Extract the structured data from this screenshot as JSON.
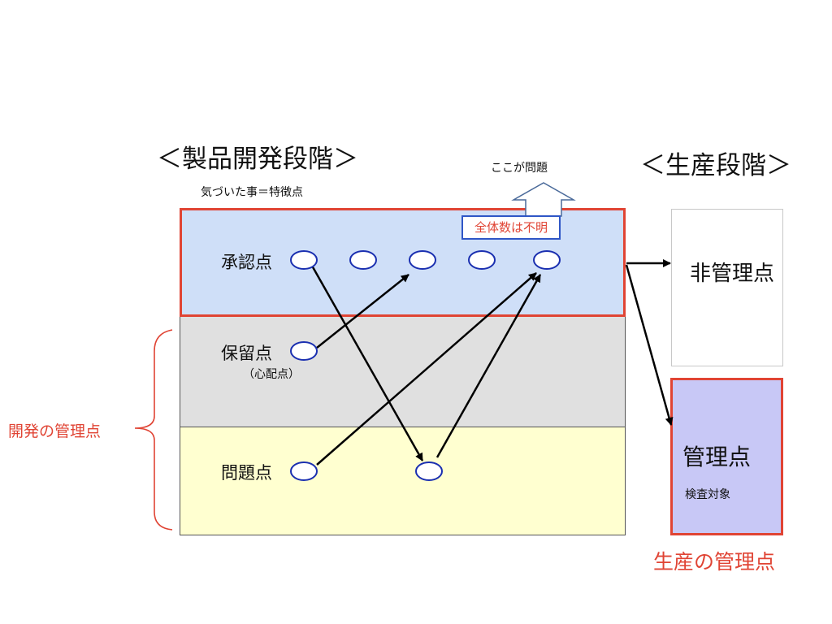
{
  "dev_stage": {
    "heading": "＜製品開発段階＞",
    "note": "気づいた事＝特徴点",
    "problem_callout": "ここが問題",
    "unknown_total": "全体数は不明",
    "rows": {
      "approval": "承認点",
      "hold": "保留点",
      "hold_sub": "（心配点）",
      "problem": "問題点"
    },
    "bracket_label": "開発の管理点"
  },
  "production_stage": {
    "heading": "＜生産段階＞",
    "non_managed": "非管理点",
    "managed": "管理点",
    "managed_sub": "検査対象",
    "bottom_label": "生産の管理点"
  },
  "colors": {
    "approval_band": "#cfdff8",
    "hold_band": "#e0e0e0",
    "problem_band": "#ffffd0",
    "managed_box": "#c8c8f6",
    "accent_red": "#e04434",
    "node_stroke": "#1a2fb0"
  }
}
